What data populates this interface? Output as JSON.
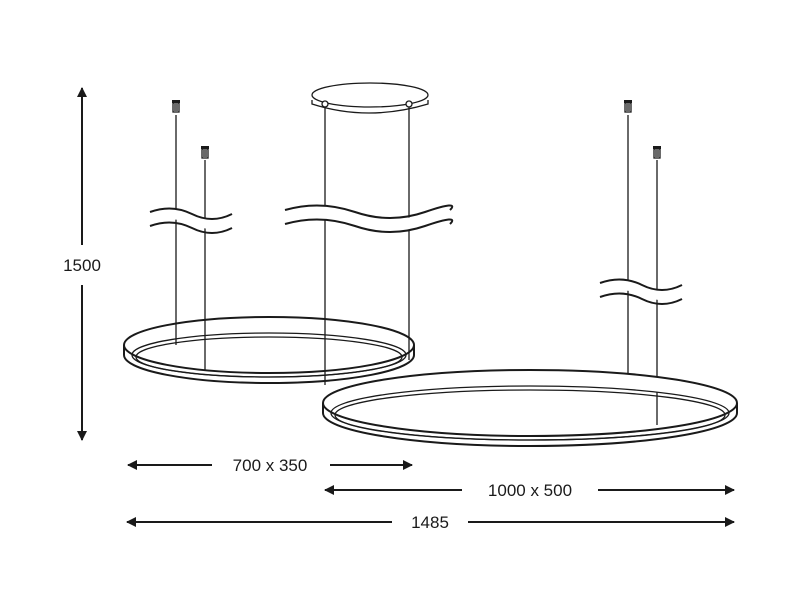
{
  "dimensions": {
    "height_label": "1500",
    "small_ring_label": "700 x 350",
    "large_ring_label": "1000 x 500",
    "total_width_label": "1485"
  }
}
